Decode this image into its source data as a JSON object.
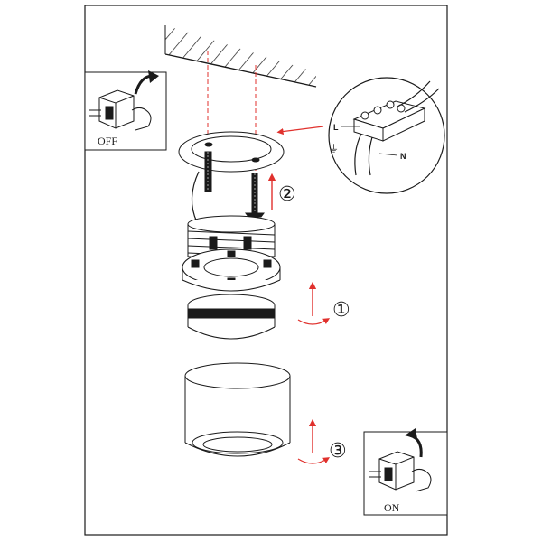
{
  "labels": {
    "off": "OFF",
    "on": "ON",
    "live": "L",
    "neutral": "N",
    "earth_symbol": "⏚"
  },
  "steps": [
    {
      "number": "1",
      "glyph": "①"
    },
    {
      "number": "2",
      "glyph": "②"
    },
    {
      "number": "3",
      "glyph": "③"
    }
  ],
  "colors": {
    "line": "#1a1a1a",
    "accent": "#e0312d",
    "background": "#ffffff"
  },
  "icons": [
    "wall-ceiling-icon",
    "switch-off-icon",
    "switch-on-icon",
    "screw-icon",
    "arrow-up-icon",
    "rotate-icon",
    "terminal-block-icon"
  ]
}
